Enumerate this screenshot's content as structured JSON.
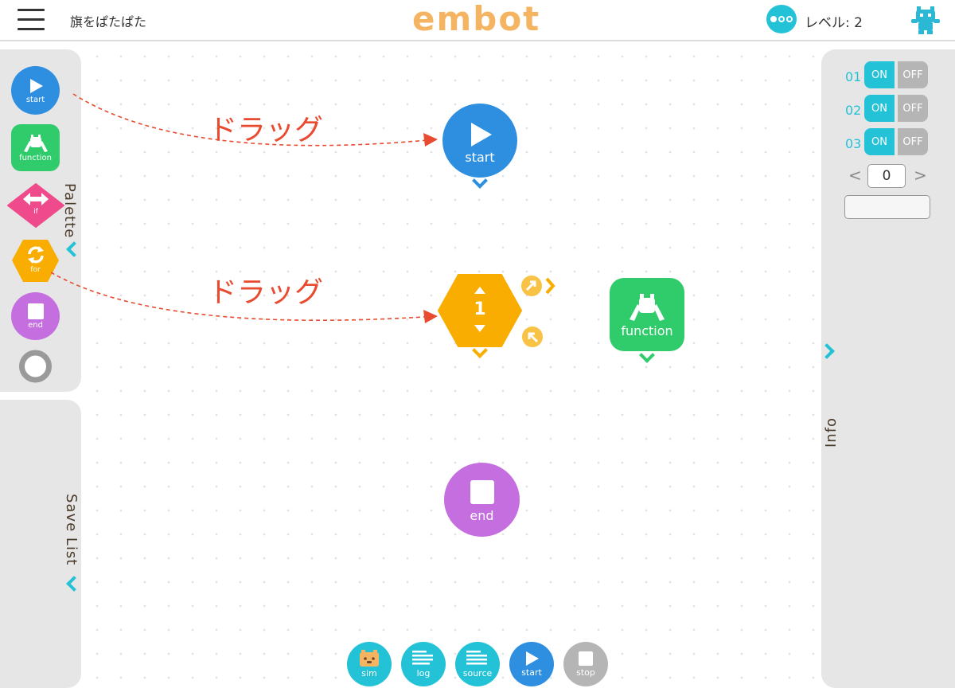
{
  "header": {
    "title": "旗をぱたぱた",
    "logo": "embot",
    "level_text": "レベル: 2"
  },
  "palette": {
    "label": "Palette",
    "items": [
      {
        "label": "start",
        "icon": "play-icon",
        "color": "#2e8fe0"
      },
      {
        "label": "function",
        "icon": "robot-arms-icon",
        "color": "#30cc6c"
      },
      {
        "label": "if",
        "icon": "double-arrow-icon",
        "color": "#ef4a8b"
      },
      {
        "label": "for",
        "icon": "loop-icon",
        "color": "#f8ad00"
      },
      {
        "label": "end",
        "icon": "stop-square-icon",
        "color": "#c56ee0"
      },
      {
        "label": "",
        "icon": "circle-icon",
        "color": "#9a9a9a"
      }
    ]
  },
  "savelist": {
    "label": "Save List"
  },
  "info": {
    "label": "Info",
    "switches": [
      {
        "num": "01",
        "on": "ON",
        "off": "OFF"
      },
      {
        "num": "02",
        "on": "ON",
        "off": "OFF"
      },
      {
        "num": "03",
        "on": "ON",
        "off": "OFF"
      }
    ],
    "stepper_value": "0",
    "prev": "<",
    "next": ">"
  },
  "canvas": {
    "drag_hint_1": "ドラッグ",
    "drag_hint_2": "ドラッグ",
    "start_label": "start",
    "loop_count": "1",
    "function_label": "function",
    "end_label": "end"
  },
  "toolbar": {
    "buttons": [
      {
        "label": "sim",
        "color": "#23c2d7"
      },
      {
        "label": "log",
        "color": "#23c2d7"
      },
      {
        "label": "source",
        "color": "#23c2d7"
      },
      {
        "label": "start",
        "color": "#2e8fe0"
      },
      {
        "label": "stop",
        "color": "#b5b5b5"
      }
    ]
  }
}
